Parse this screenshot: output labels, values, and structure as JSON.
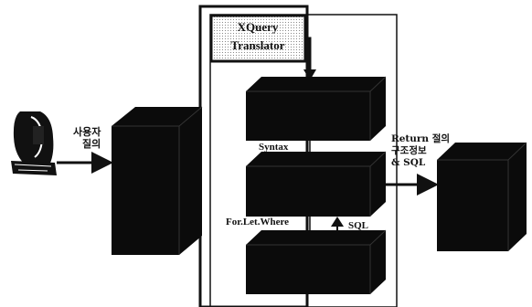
{
  "translator": {
    "title_line1": "XQuery",
    "title_line2": "Translator"
  },
  "user": {
    "query_line1": "사용자",
    "query_line2": "질의"
  },
  "labels": {
    "syntax": "Syntax",
    "for_let_where": "For.Let.Where",
    "sql_inner": "SQL",
    "output_line1": "Return 절의",
    "output_line2": "구조정보",
    "output_line3": "& SQL"
  },
  "colors": {
    "box_fill": "#0b0b0b",
    "line": "#111111",
    "background": "#ffffff"
  }
}
